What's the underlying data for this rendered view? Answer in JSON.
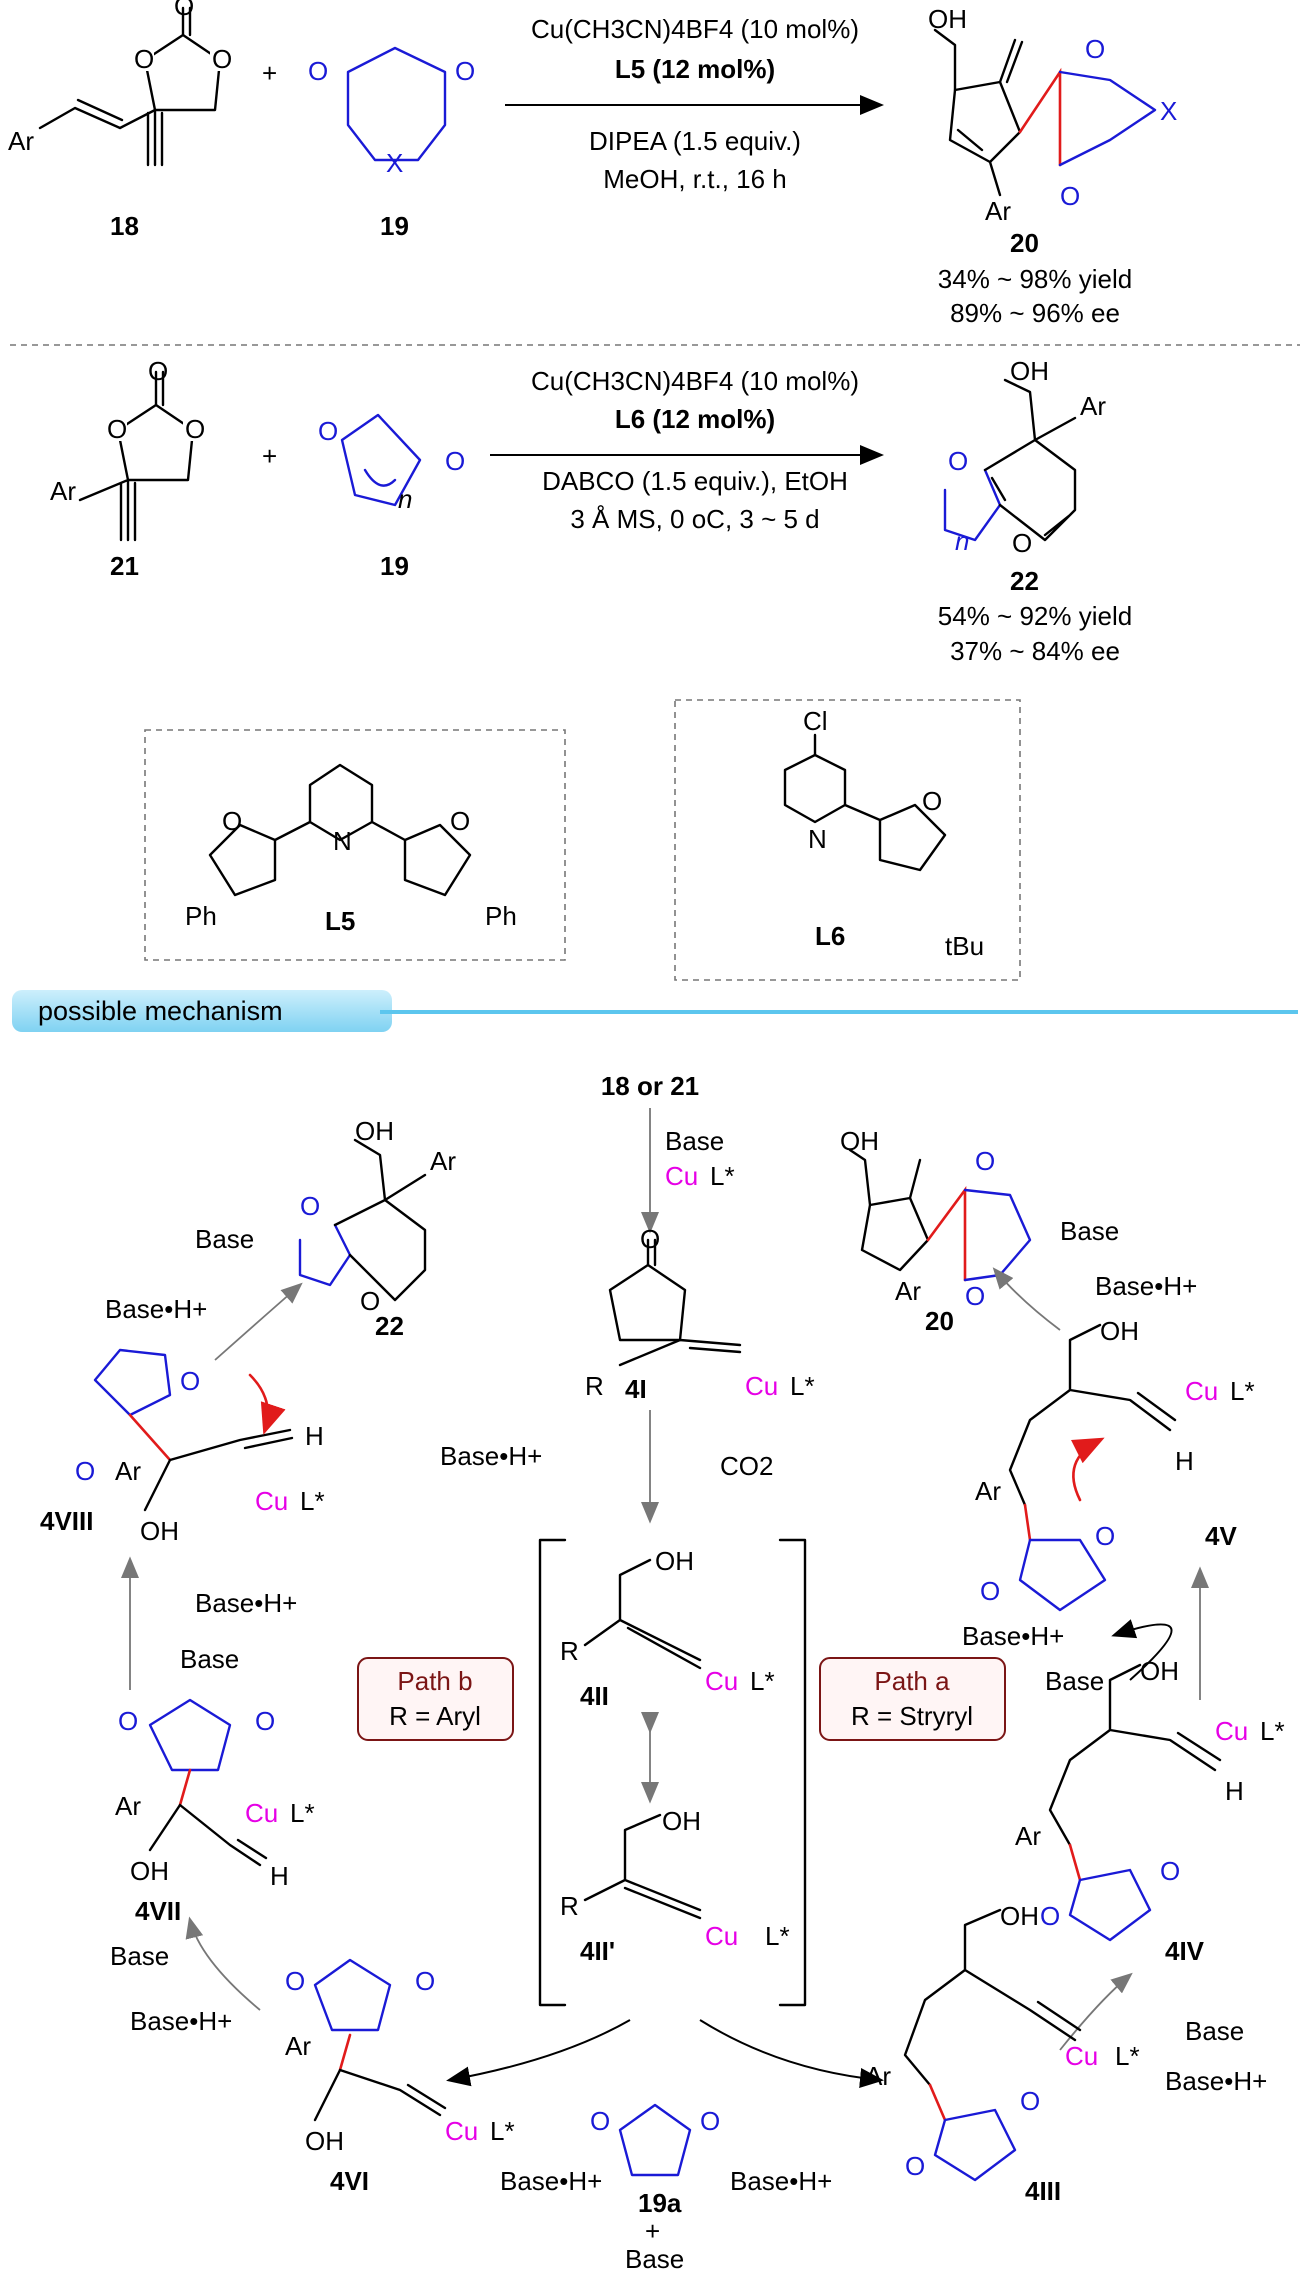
{
  "reaction1": {
    "reagent_line1": "Cu(CH3CN)4BF4 (10 mol%)",
    "reagent_line2": "L5 (12 mol%)",
    "condition_line1": "DIPEA (1.5 equiv.)",
    "condition_line2": "MeOH, r.t., 16 h",
    "reactant1_label": "18",
    "reactant2_label": "19",
    "product_label": "20",
    "yield": "34% ~ 98% yield",
    "ee": "89% ~ 96% ee"
  },
  "reaction2": {
    "reagent_line1": "Cu(CH3CN)4BF4 (10 mol%)",
    "reagent_line2": "L6 (12 mol%)",
    "condition_line1": "DABCO (1.5 equiv.), EtOH",
    "condition_line2": "3 Å MS, 0 oC, 3 ~ 5 d",
    "reactant1_label": "21",
    "reactant2_label": "19",
    "product_label": "22",
    "yield": "54% ~ 92% yield",
    "ee": "37% ~ 84% ee"
  },
  "ligands": {
    "l5": "L5",
    "l6": "L6",
    "tbu": "tBu",
    "ph": "Ph",
    "cl": "Cl"
  },
  "atoms": {
    "ar": "Ar",
    "x": "X",
    "n": "n",
    "oh": "OH",
    "o": "O",
    "n_atom": "N",
    "r": "R",
    "h": "H"
  },
  "plus": "+",
  "mechanism": {
    "banner": "possible mechanism",
    "start": "18 or 21",
    "base": "Base",
    "cu": "Cu",
    "l_star": "L*",
    "base_h": "Base•H+",
    "co2": "CO2",
    "path_a": "Path a",
    "path_a_r": "R = Stryryl",
    "path_b": "Path b",
    "path_b_r": "R = Aryl",
    "intermediates": [
      "4I",
      "4II",
      "4II'",
      "4III",
      "4IV",
      "4V",
      "4VI",
      "4VII",
      "4VIII"
    ],
    "product_a": "20",
    "product_b": "22",
    "reagent": "19a",
    "plus_base": "Base"
  },
  "colors": {
    "blue": "#1a1ad6",
    "magenta": "#e600e6",
    "red": "#e11b1b",
    "path_box": "#7b1515",
    "banner": "#7fd2f2"
  }
}
